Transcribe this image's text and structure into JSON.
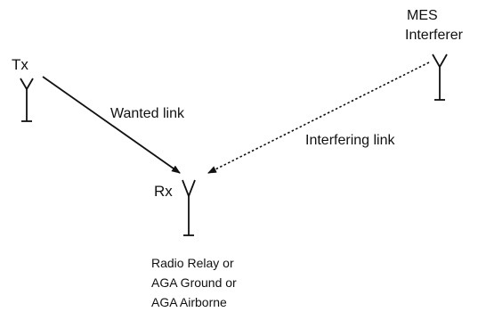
{
  "nodes": {
    "tx": {
      "label": "Tx"
    },
    "rx": {
      "label": "Rx"
    },
    "mes": {
      "label_lines": [
        "MES",
        "Interferer"
      ]
    }
  },
  "links": {
    "wanted": {
      "label": "Wanted link",
      "style": "solid"
    },
    "interfering": {
      "label": "Interfering link",
      "style": "dotted"
    }
  },
  "receiver_types": [
    "Radio Relay or",
    "AGA Ground or",
    "AGA Airborne"
  ],
  "colors": {
    "ink": "#111111",
    "background": "#ffffff"
  }
}
